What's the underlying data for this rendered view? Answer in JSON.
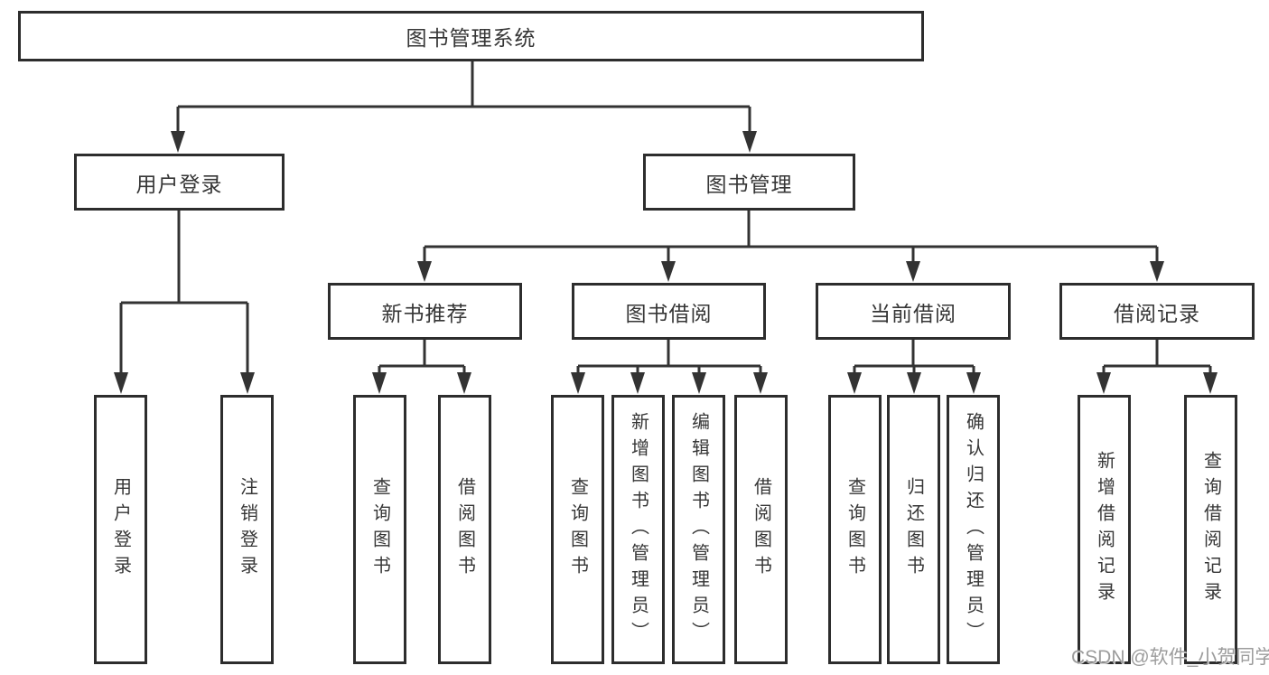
{
  "tree": {
    "label": "图书管理系统",
    "children": [
      {
        "label": "用户登录",
        "children": [
          {
            "label": "用户登录"
          },
          {
            "label": "注销登录"
          }
        ]
      },
      {
        "label": "图书管理",
        "children": [
          {
            "label": "新书推荐",
            "children": [
              {
                "label": "查询图书"
              },
              {
                "label": "借阅图书"
              }
            ]
          },
          {
            "label": "图书借阅",
            "children": [
              {
                "label": "查询图书"
              },
              {
                "label": "新增图书（管理员）"
              },
              {
                "label": "编辑图书（管理员）"
              },
              {
                "label": "借阅图书"
              }
            ]
          },
          {
            "label": "当前借阅",
            "children": [
              {
                "label": "查询图书"
              },
              {
                "label": "归还图书"
              },
              {
                "label": "确认归还（管理员）"
              }
            ]
          },
          {
            "label": "借阅记录",
            "children": [
              {
                "label": "新增借阅记录"
              },
              {
                "label": "查询借阅记录"
              }
            ]
          }
        ]
      }
    ]
  },
  "watermark": {
    "text": "CSDN @软件_小贺同学"
  },
  "colors": {
    "line": "#333333",
    "box_border": "#2d2d2d",
    "box_fill": "#ffffff",
    "text": "#363636",
    "watermark": "#9c9c9c"
  }
}
